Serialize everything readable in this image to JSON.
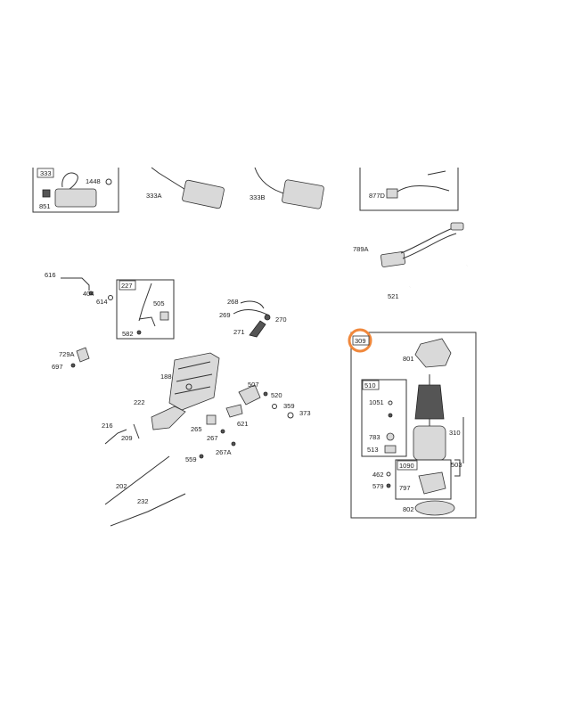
{
  "diagram": {
    "highlight_color": "#f0883c",
    "labels": {
      "l333": "333",
      "l1448": "1448",
      "l851": "851",
      "l333a": "333A",
      "l333b": "333B",
      "l877d": "877D",
      "l789a": "789A",
      "l521": "521",
      "l616": "616",
      "l404": "404",
      "l614": "614",
      "l227": "227",
      "l505": "505",
      "l582": "582",
      "l268": "268",
      "l269": "269",
      "l270": "270",
      "l271": "271",
      "l729a": "729A",
      "l697": "697",
      "l188": "188",
      "l222": "222",
      "l216": "216",
      "l209": "209",
      "l265": "265",
      "l267": "267",
      "l267a": "267A",
      "l559": "559",
      "l507": "507",
      "l520": "520",
      "l359": "359",
      "l373": "373",
      "l621": "621",
      "l202": "202",
      "l232": "232",
      "l309": "309",
      "l801": "801",
      "l510": "510",
      "l1051": "1051",
      "l783": "783",
      "l513": "513",
      "l310": "310",
      "l503": "503",
      "l462": "462",
      "l579": "579",
      "l1090": "1090",
      "l797": "797",
      "l802": "802"
    }
  }
}
